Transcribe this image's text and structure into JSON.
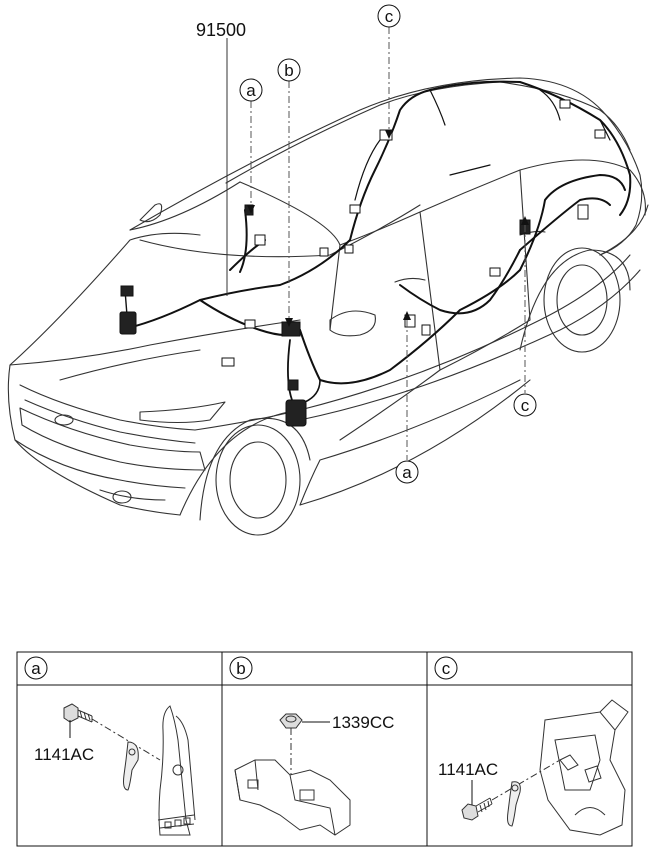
{
  "main_part": {
    "number": "91500"
  },
  "callouts": [
    {
      "id": "a",
      "letter": "a"
    },
    {
      "id": "b",
      "letter": "b"
    },
    {
      "id": "c",
      "letter": "c"
    }
  ],
  "detail_table": {
    "columns": [
      {
        "letter": "a",
        "part": "1141AC"
      },
      {
        "letter": "b",
        "part": "1339CC"
      },
      {
        "letter": "c",
        "part": "1141AC"
      }
    ]
  }
}
